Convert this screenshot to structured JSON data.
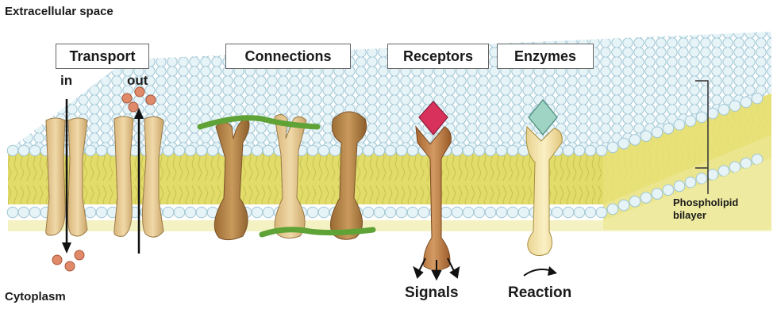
{
  "labels": {
    "extracellular": "Extracellular space",
    "cytoplasm": "Cytoplasm",
    "transport": "Transport",
    "in": "in",
    "out": "out",
    "connections": "Connections",
    "receptors": "Receptors",
    "enzymes": "Enzymes",
    "signals": "Signals",
    "reaction": "Reaction",
    "bilayer_line1": "Phospholipid",
    "bilayer_line2": "bilayer"
  },
  "colors": {
    "membrane_core": "#e2dc6a",
    "head": "#e6f3f7",
    "head_stroke": "#9fc6d4",
    "protein_light": "#e6c996",
    "protein_dark": "#b58446",
    "protein_brown": "#a56a34",
    "connector": "#6fb33f",
    "signal_diamond": "#d8315b",
    "enzyme_diamond": "#9fd3c4",
    "ion": "#e08a6a"
  }
}
